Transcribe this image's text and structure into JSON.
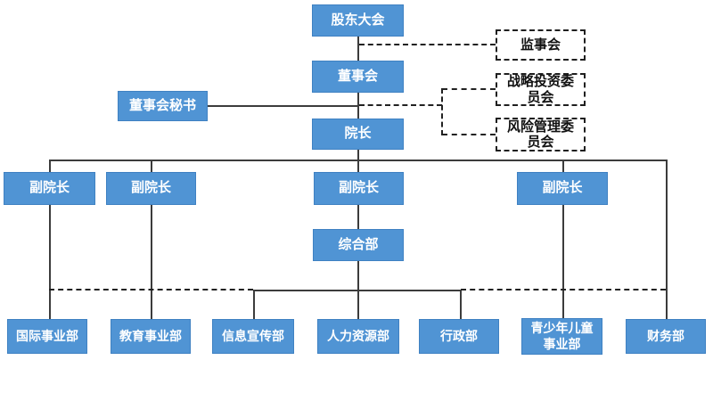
{
  "diagram": {
    "type": "org-chart",
    "background": "#ffffff",
    "colors": {
      "node_fill": "#5094d4",
      "node_border": "#3f81c2",
      "node_text": "#ffffff",
      "dashed_box_border": "#1f1f1f",
      "dashed_box_text": "#111111",
      "connector_solid": "#3c3c3c",
      "connector_dashed": "#222222"
    },
    "nodes": {
      "shareholders_meeting": {
        "label": "股东大会"
      },
      "supervisory_board": {
        "label": "监事会"
      },
      "board_of_directors": {
        "label": "董事会"
      },
      "board_secretary": {
        "label": "董事会秘书"
      },
      "strategic_investment_committee": {
        "label": "战略投资委员会"
      },
      "risk_management_committee": {
        "label": "风险管理委员会"
      },
      "dean": {
        "label": "院长"
      },
      "vice_dean": {
        "label": "副院长"
      },
      "general_dept": {
        "label": "综合部"
      },
      "international_dept": {
        "label": "国际事业部"
      },
      "education_dept": {
        "label": "教育事业部"
      },
      "info_publicity_dept": {
        "label": "信息宣传部"
      },
      "hr_dept": {
        "label": "人力资源部"
      },
      "admin_dept": {
        "label": "行政部"
      },
      "youth_children_dept": {
        "label": "青少年儿童事业部"
      },
      "finance_dept": {
        "label": "财务部"
      }
    }
  }
}
